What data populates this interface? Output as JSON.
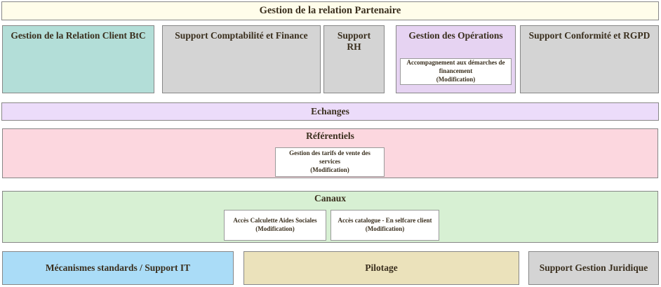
{
  "diagram": {
    "title_bar": {
      "label": "Gestion de la relation Partenaire",
      "bg": "#fffdea"
    },
    "capability_row": [
      {
        "label": "Gestion de la Relation Client BtC",
        "bg": "#b3ded8"
      },
      {
        "label": "Support Comptabilité et Finance",
        "bg": "#d4d4d4"
      },
      {
        "label": "Support RH",
        "bg": "#d4d4d4"
      },
      {
        "label": "Gestion des Opérations",
        "bg": "#e6d3f2",
        "children": [
          {
            "title": "Accompagnement aux démarches de financement",
            "status": "(Modification)"
          }
        ]
      },
      {
        "label": "Support Conformité et RGPD",
        "bg": "#d4d4d4"
      }
    ],
    "bands": [
      {
        "label": "Echanges",
        "bg": "#ecdcfa"
      },
      {
        "label": "Référentiels",
        "bg": "#fcd7df",
        "children": [
          {
            "title": "Gestion des tarifs de vente des services",
            "status": "(Modification)"
          }
        ]
      },
      {
        "label": "Canaux",
        "bg": "#d7f0d3",
        "children": [
          {
            "title": "Accès Calculette Aides Sociales",
            "status": "(Modification)"
          },
          {
            "title": "Accès catalogue - En selfcare client",
            "status": "(Modification)"
          }
        ]
      }
    ],
    "bottom_row": [
      {
        "label": "Mécanismes standards / Support IT",
        "bg": "#aadcf7"
      },
      {
        "label": "Pilotage",
        "bg": "#ebe2bb"
      },
      {
        "label": "Support Gestion Juridique",
        "bg": "#d4d4d4"
      }
    ]
  }
}
